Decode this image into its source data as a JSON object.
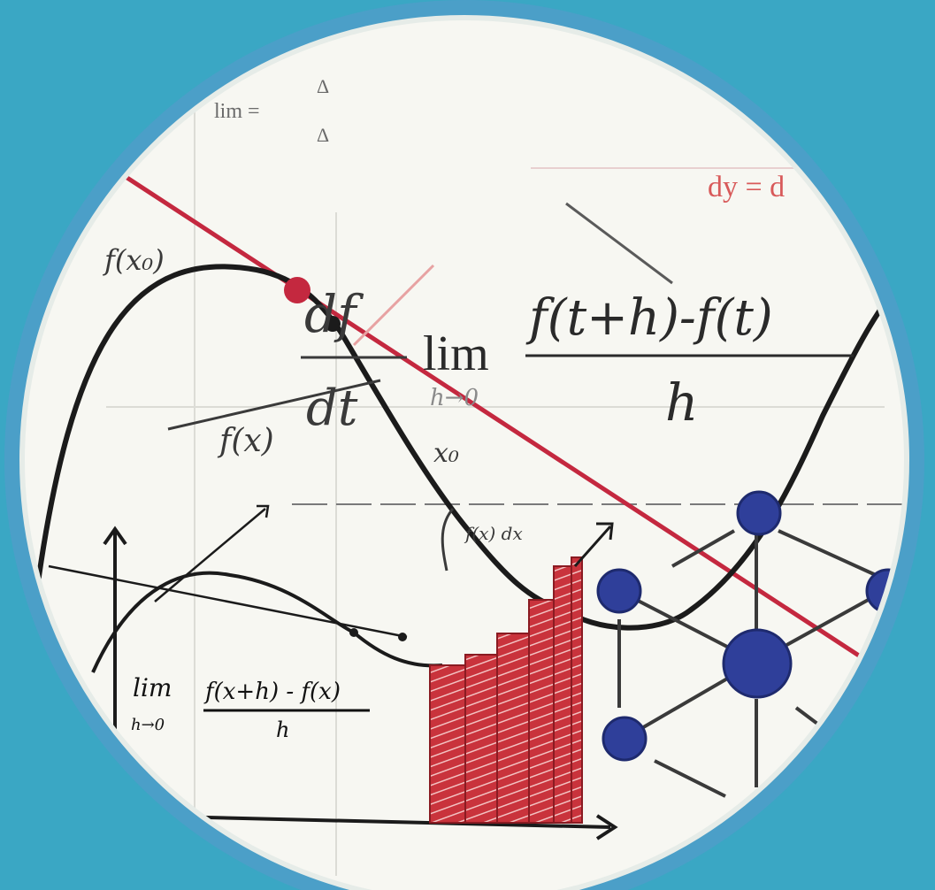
{
  "colors": {
    "background": "#3aa7c4",
    "disc": "#f7f7f2",
    "ink": "#1b1b1b",
    "red_line": "#c4283f",
    "bar_fill": "#c9333c",
    "node_fill": "#2f3f9a"
  },
  "formulas": {
    "limit_top": "lim =",
    "limit_top_num": "Δ",
    "limit_top_den": "Δ",
    "dy_fragment": "dy = d",
    "f_x0": "f(x₀)",
    "df": "df",
    "dt": "dt",
    "lim": "lim",
    "lim_sub": "h→0",
    "numerator": "f(t+h)-f(t)",
    "denominator": "h",
    "f_x": "f(x)",
    "x0": "x₀",
    "integral_note": "f(x) dx",
    "small_lim": "lim",
    "small_lim_sub": "h→0",
    "small_numerator": "f(x+h) - f(x)",
    "small_denominator": "h"
  },
  "icons": [
    "red-tangent-line",
    "function-curve",
    "riemann-bars",
    "network-graph"
  ]
}
